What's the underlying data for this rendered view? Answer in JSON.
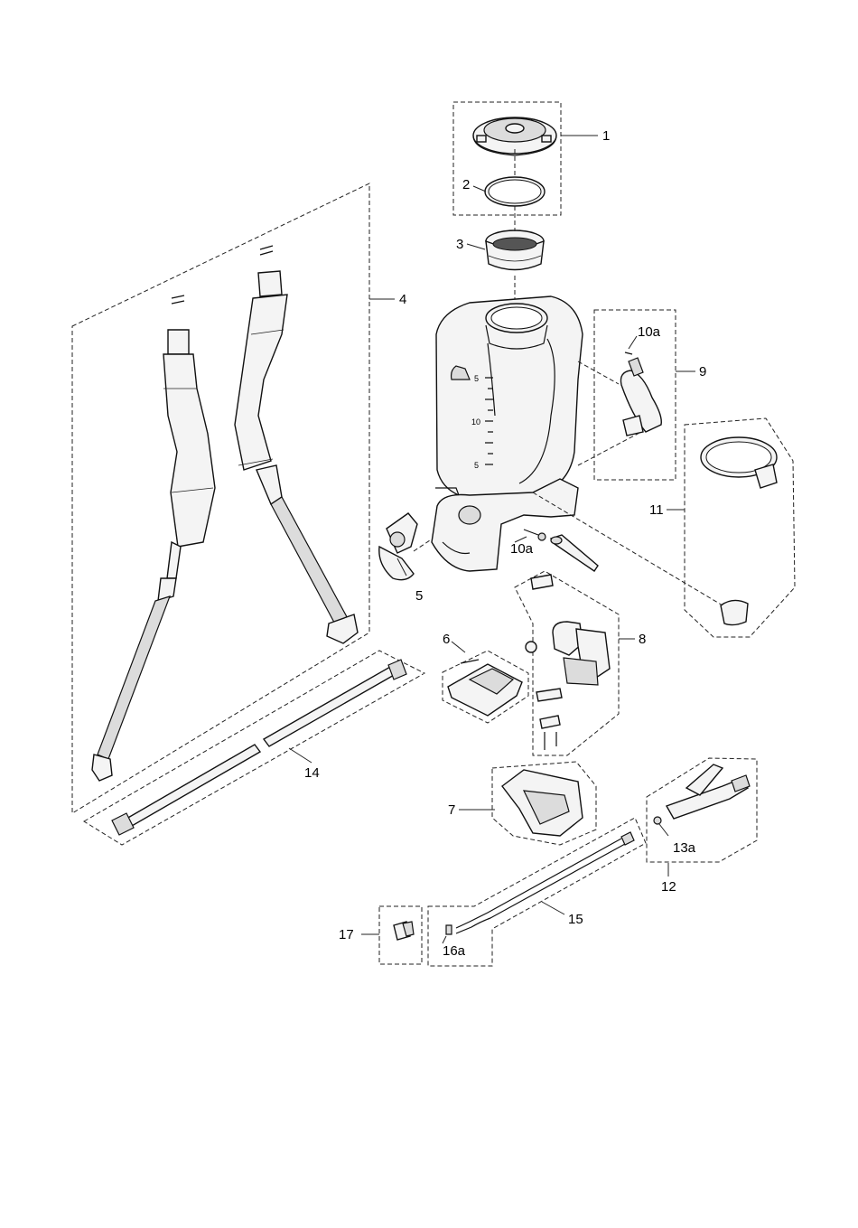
{
  "labels": {
    "l1": "1",
    "l2": "2",
    "l3": "3",
    "l4": "4",
    "l5": "5",
    "l6": "6",
    "l7": "7",
    "l8": "8",
    "l9": "9",
    "l10a_top": "10a",
    "l10a_mid": "10a",
    "l11": "11",
    "l12": "12",
    "l13a": "13a",
    "l14": "14",
    "l15": "15",
    "l16a": "16a",
    "l17": "17"
  },
  "tank_scale": {
    "mark_top": "5",
    "mark_mid": "10",
    "mark_low": "5"
  }
}
